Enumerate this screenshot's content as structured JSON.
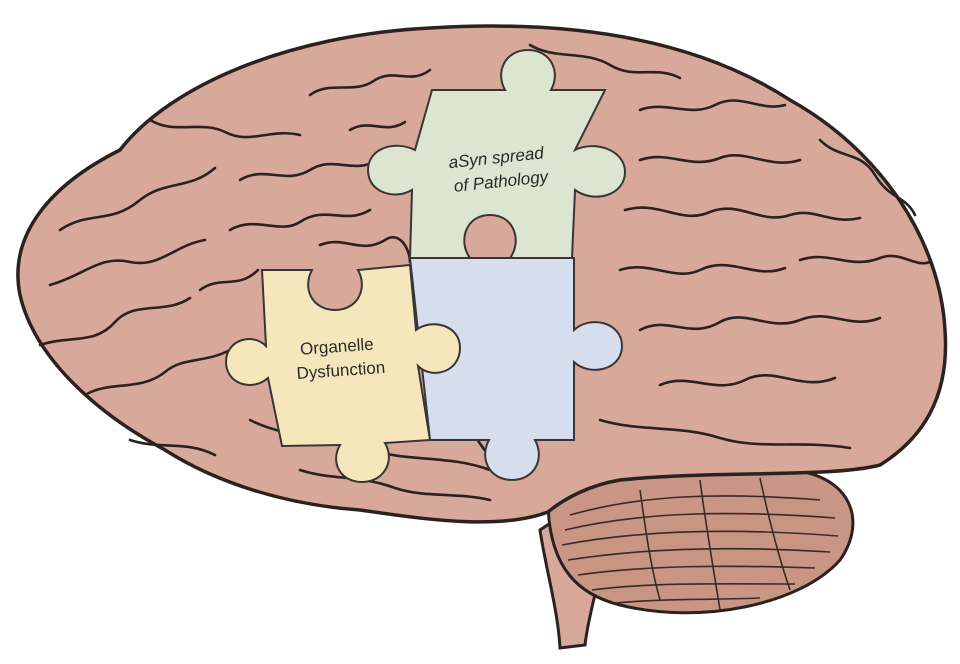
{
  "colors": {
    "background": "#ffffff",
    "brain_fill": "#d8a99a",
    "brain_stroke": "#2b2220",
    "cerebellum_fill": "#c99585",
    "piece_green": "#dbe5cf",
    "piece_yellow": "#f5e6bb",
    "piece_blue": "#d6deee",
    "piece_stroke": "#3a3535"
  },
  "puzzle": {
    "pieces": [
      {
        "id": "green",
        "lines": [
          "aSyn spread",
          "of Pathology"
        ],
        "italic": true
      },
      {
        "id": "yellow",
        "lines": [
          "Organelle",
          "Dysfunction"
        ],
        "italic": false
      },
      {
        "id": "blue",
        "lines": [],
        "italic": false
      }
    ]
  }
}
